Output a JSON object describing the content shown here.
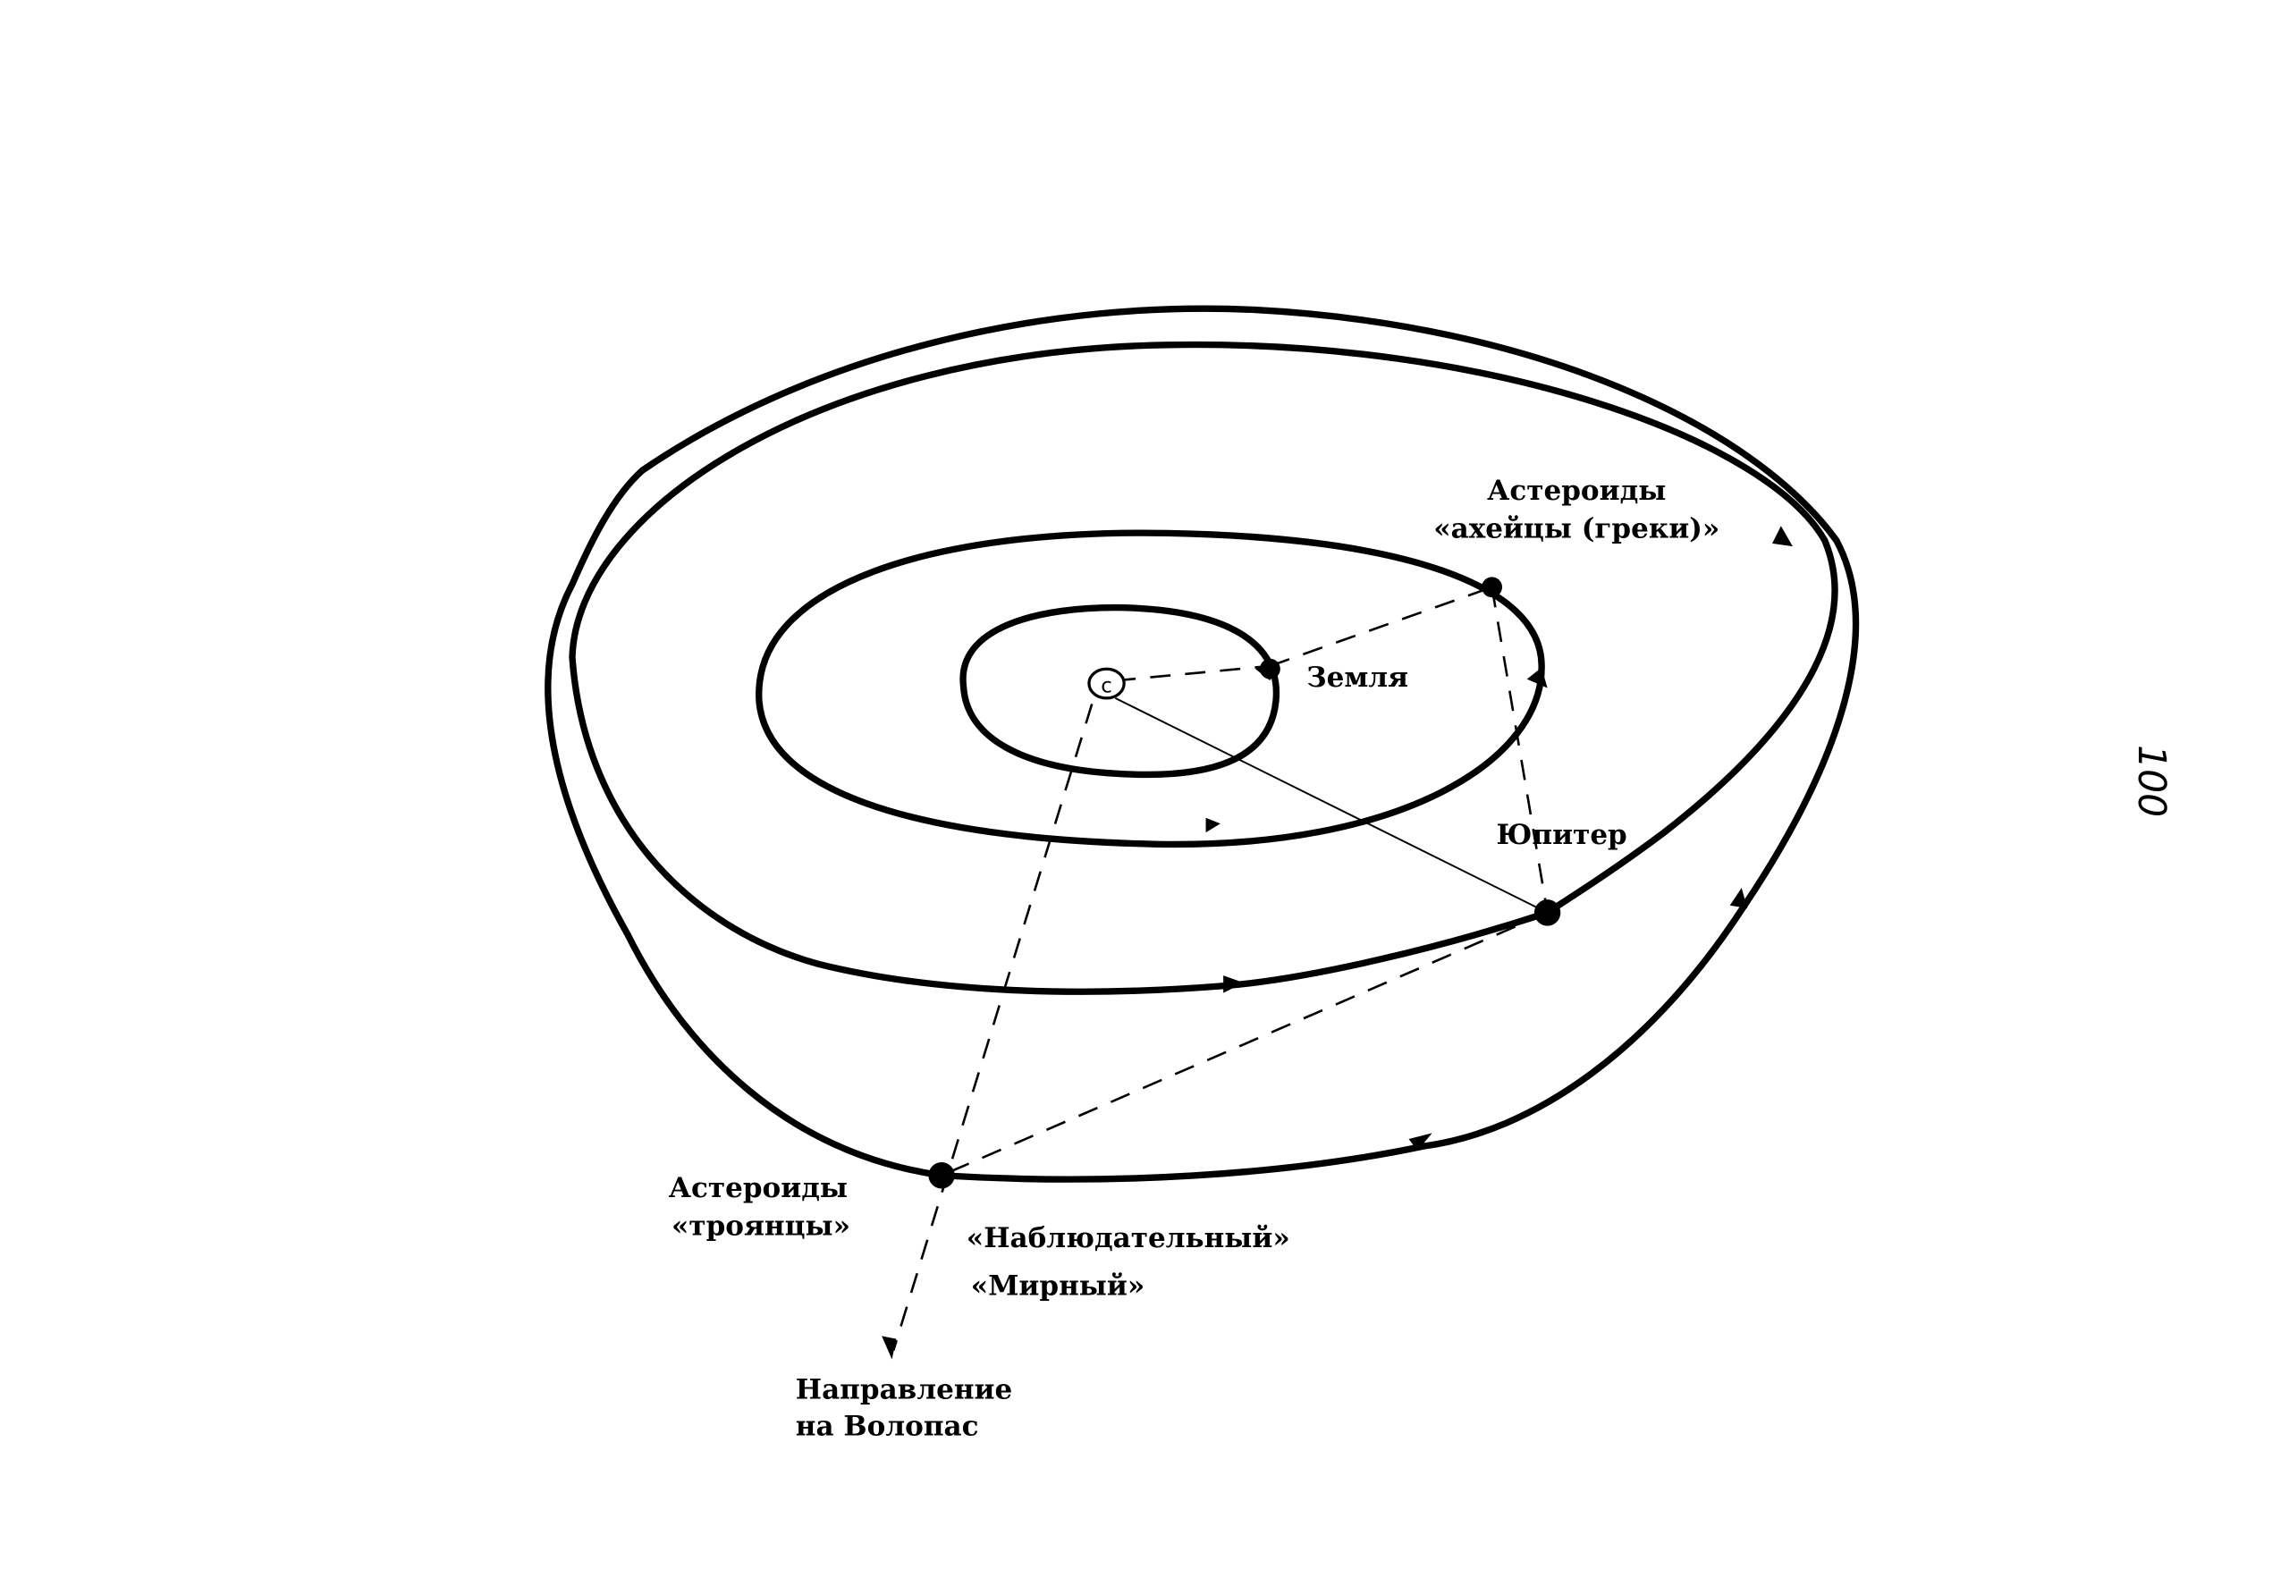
{
  "labels": {
    "achaeans_line1": "Астероиды",
    "achaeans_line2": "«ахейцы (греки)»",
    "earth": "Земля",
    "jupiter": "Юпитер",
    "trojans_line1": "Астероиды",
    "trojans_line2": "«троянцы»",
    "observer_line1": "«Наблюдательный»",
    "observer_line2": "«Мирный»",
    "direction_line1": "Направление",
    "direction_line2": "на Волопас",
    "sun_symbol": "c"
  },
  "page_number": "100"
}
